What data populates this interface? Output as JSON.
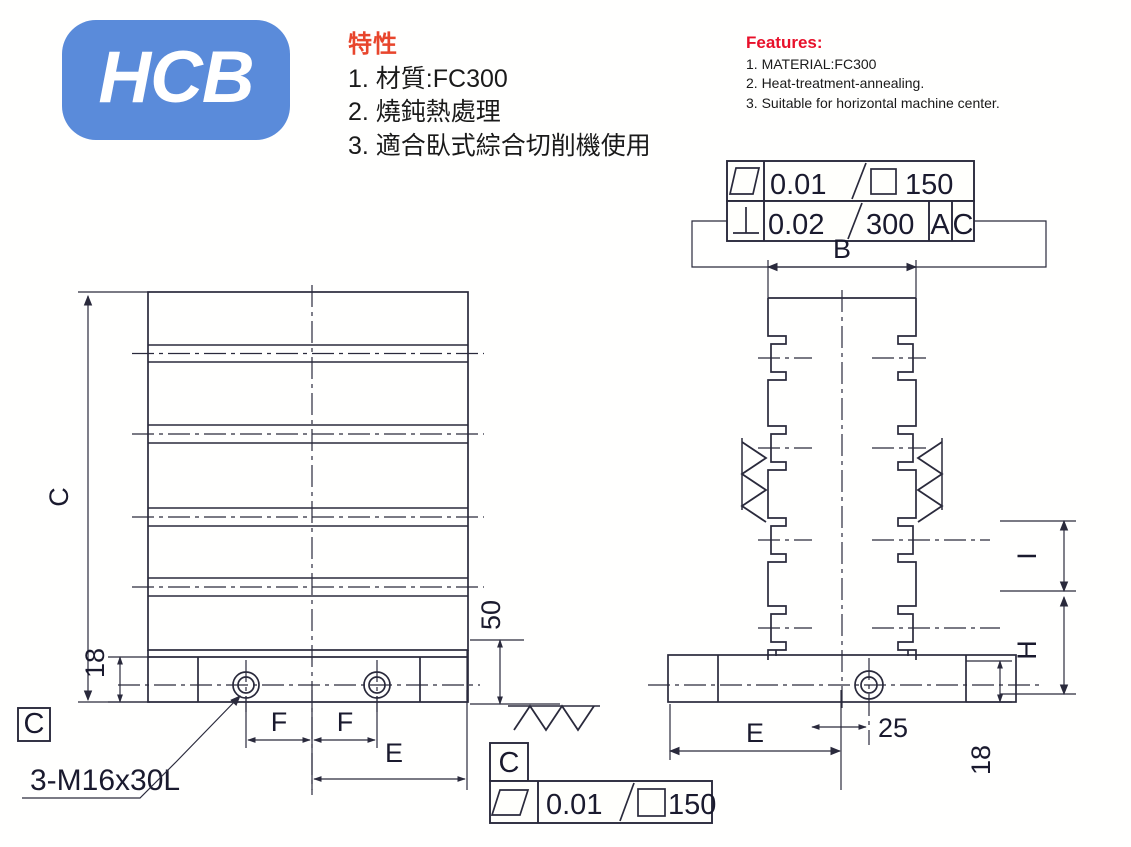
{
  "logo": {
    "text": "HCB",
    "brand_color": "#5a8bda",
    "text_color": "#ffffff"
  },
  "features_cn": {
    "heading": "特性",
    "items": [
      "1. 材質:FC300",
      "2. 燒鈍熱處理",
      "3. 適合臥式綜合切削機使用"
    ],
    "heading_color": "#e8452c"
  },
  "features_en": {
    "heading": "Features:",
    "items": [
      "1. MATERIAL:FC300",
      "2. Heat-treatment-annealing.",
      "3. Suitable for horizontal machine center."
    ],
    "heading_color": "#e8102a"
  },
  "tolerance_frame_top": {
    "row1": {
      "symbol": "parallelism-icon",
      "value": "0.01",
      "separator": "/",
      "qualifier_symbol": "square-icon",
      "qualifier_value": "150"
    },
    "row2": {
      "symbol": "perpendicularity-icon",
      "value": "0.02",
      "separator": "/",
      "qualifier_value": "300",
      "datums": [
        "A",
        "C"
      ]
    }
  },
  "tolerance_frame_bottom": {
    "datum_label": "C",
    "symbol": "parallelism-icon",
    "value": "0.01",
    "separator": "/",
    "qualifier_symbol": "square-icon",
    "qualifier_value": "150"
  },
  "front_view": {
    "dimensions": {
      "height": "C",
      "base_height": "18",
      "hole_pitch_1": "F",
      "hole_pitch_2": "F",
      "edge_to_center": "E",
      "slot_depth": "50"
    },
    "datum_label": "C",
    "thread_callout": "3-M16x30L",
    "slot_groups": 3,
    "holes": 2
  },
  "side_view": {
    "dimensions": {
      "width": "B",
      "slot_span": "I",
      "base_to_slot": "H",
      "base_height": "18",
      "base_left": "E",
      "center_offset": "25"
    },
    "tslot_pairs": 3,
    "holes": 1
  },
  "colors": {
    "line": "#2a2a3c",
    "background": "#ffffff",
    "brand": "#5a8bda",
    "accent_cn": "#e8452c",
    "accent_en": "#e8102a"
  }
}
